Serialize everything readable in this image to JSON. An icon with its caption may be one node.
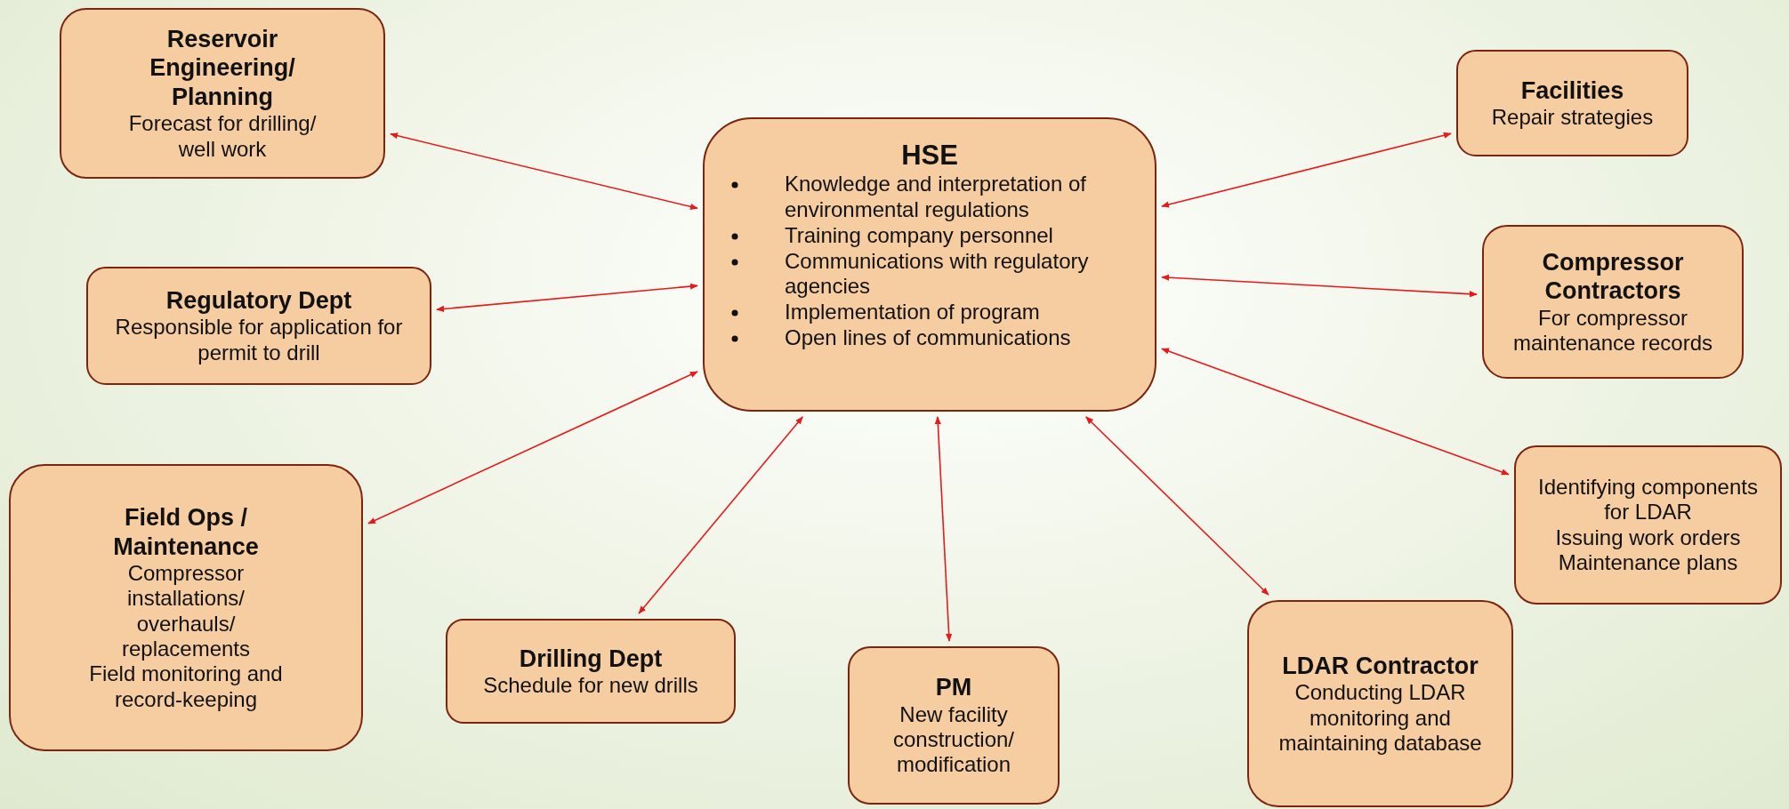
{
  "diagram": {
    "nodes": [
      {
        "text": [
          "Reservoir Engineering/ Planning",
          "Forecast for drilling/ well work"
        ]
      },
      {
        "text": [
          "HSE",
          "Knowledge and interpretation of environmental regulations",
          "Training company personnel",
          "Communications with regulatory agencies",
          "Implementation of program",
          "Open lines of communications"
        ]
      },
      {
        "text": [
          "Facilities",
          "Repair strategies"
        ]
      },
      {
        "text": [
          "Regulatory Dept",
          "Responsible for application for permit to drill"
        ]
      },
      {
        "text": [
          "Compressor Contractors",
          "For compressor maintenance records"
        ]
      },
      {
        "text": [
          "Field Ops / Maintenance",
          "Compressor installations/ overhauls/ replacements",
          "Field monitoring and record-keeping"
        ]
      },
      {
        "text": [
          "Identifying components for LDAR",
          "Issuing work orders",
          "Maintenance plans"
        ]
      },
      {
        "text": [
          "Drilling Dept",
          "Schedule for new drills"
        ]
      },
      {
        "text": [
          "PM",
          "New facility construction/ modification"
        ]
      },
      {
        "text": [
          "LDAR Contractor",
          "Conducting LDAR monitoring and maintaining database"
        ]
      }
    ],
    "edges": [
      {
        "from": 1,
        "to": 0,
        "arrow": "both",
        "color": "#e8191c"
      },
      {
        "from": 1,
        "to": 2,
        "arrow": "both",
        "color": "#e8191c"
      },
      {
        "from": 1,
        "to": 3,
        "arrow": "both",
        "color": "#e8191c"
      },
      {
        "from": 1,
        "to": 4,
        "arrow": "both",
        "color": "#e8191c"
      },
      {
        "from": 1,
        "to": 5,
        "arrow": "both",
        "color": "#e8191c"
      },
      {
        "from": 1,
        "to": 6,
        "arrow": "both",
        "color": "#e8191c"
      },
      {
        "from": 1,
        "to": 7,
        "arrow": "both",
        "color": "#e8191c"
      },
      {
        "from": 1,
        "to": 8,
        "arrow": "both",
        "color": "#e8191c"
      },
      {
        "from": 1,
        "to": 9,
        "arrow": "both",
        "color": "#e8191c"
      }
    ]
  }
}
